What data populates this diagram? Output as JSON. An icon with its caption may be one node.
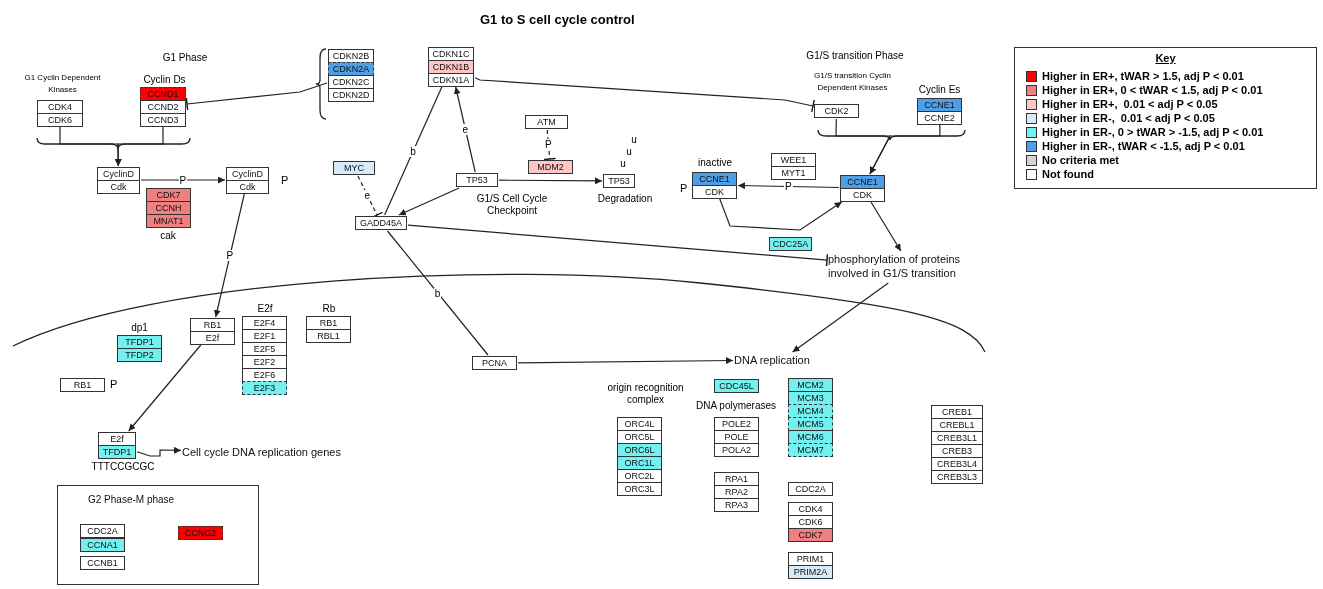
{
  "diagram": {
    "title": "G1 to S cell cycle control",
    "nodes": [
      {
        "text": [],
        "shape": "box"
      },
      {
        "text": [
          "CDK4"
        ],
        "in": 0
      },
      {
        "text": [
          "CDK6"
        ],
        "in": 0
      },
      {
        "text": [],
        "shape": "box"
      },
      {
        "text": [
          "CCND1"
        ],
        "in": 3
      },
      {
        "text": [
          "CCND2"
        ],
        "in": 3
      },
      {
        "text": [
          "CCND3"
        ],
        "in": 3
      },
      {
        "text": [],
        "shape": "box"
      },
      {
        "text": [
          "CDKN2B"
        ],
        "in": 7
      },
      {
        "text": [
          "CDKN2A"
        ],
        "in": 7
      },
      {
        "text": [
          "CDKN2C"
        ],
        "in": 7
      },
      {
        "text": [
          "CDKN2D"
        ],
        "in": 7
      },
      {
        "text": [],
        "shape": "box"
      },
      {
        "text": [
          "CDKN1C"
        ],
        "in": 12
      },
      {
        "text": [
          "CDKN1B"
        ],
        "in": 12
      },
      {
        "text": [
          "CDKN1A"
        ],
        "in": 12
      },
      {
        "text": [],
        "shape": "box"
      },
      {
        "text": [
          "CyclinD"
        ],
        "in": 16
      },
      {
        "text": [
          "Cdk"
        ],
        "in": 16
      },
      {
        "text": [],
        "shape": "box"
      },
      {
        "text": [
          "CDK7"
        ],
        "in": 19
      },
      {
        "text": [
          "CCNH"
        ],
        "in": 19
      },
      {
        "text": [
          "MNAT1"
        ],
        "in": 19
      },
      {
        "text": [],
        "shape": "box",
        "beside": [
          "P"
        ]
      },
      {
        "text": [
          "CyclinD"
        ],
        "in": 23
      },
      {
        "text": [
          "Cdk"
        ],
        "in": 23
      },
      {
        "text": [
          "MYC"
        ]
      },
      {
        "text": [
          "GADD45A"
        ]
      },
      {
        "text": [
          "TP53"
        ]
      },
      {
        "text": [
          "ATM"
        ]
      },
      {
        "text": [
          "MDM2"
        ]
      },
      {
        "text": [
          "TP53"
        ],
        "beside": [
          "u",
          "u",
          "u",
          "Degradation"
        ]
      },
      {
        "text": [],
        "shape": "box",
        "beside": [
          "P"
        ]
      },
      {
        "text": [
          "CCNE1"
        ],
        "in": 32
      },
      {
        "text": [
          "CDK"
        ],
        "in": 32
      },
      {
        "text": [],
        "shape": "box"
      },
      {
        "text": [
          "WEE1"
        ],
        "in": 35
      },
      {
        "text": [
          "MYT1"
        ],
        "in": 35
      },
      {
        "text": [],
        "shape": "box"
      },
      {
        "text": [
          "CCNE1"
        ],
        "in": 38
      },
      {
        "text": [
          "CDK"
        ],
        "in": 38
      },
      {
        "text": [
          "CDC25A"
        ]
      },
      {
        "text": [
          "CDK2"
        ]
      },
      {
        "text": [],
        "shape": "box"
      },
      {
        "text": [
          "CCNE1"
        ],
        "in": 43
      },
      {
        "text": [
          "CCNE2"
        ],
        "in": 43
      },
      {
        "text": [
          "phosphorylation of proteins involved in G1/S transition"
        ]
      },
      {
        "text": [
          "PCNA"
        ]
      },
      {
        "text": [
          "DNA replication"
        ]
      },
      {
        "text": [],
        "shape": "box"
      },
      {
        "text": [
          "RB1"
        ],
        "in": 49
      },
      {
        "text": [
          "E2f"
        ],
        "in": 49
      },
      {
        "text": [],
        "shape": "box"
      },
      {
        "text": [
          "TFDP1"
        ],
        "in": 52
      },
      {
        "text": [
          "TFDP2"
        ],
        "in": 52
      },
      {
        "text": [],
        "shape": "box"
      },
      {
        "text": [
          "E2F4"
        ],
        "in": 55
      },
      {
        "text": [
          "E2F1"
        ],
        "in": 55
      },
      {
        "text": [
          "E2F5"
        ],
        "in": 55
      },
      {
        "text": [
          "E2F2"
        ],
        "in": 55
      },
      {
        "text": [
          "E2F6"
        ],
        "in": 55
      },
      {
        "text": [
          "E2F3"
        ],
        "in": 55
      },
      {
        "text": [],
        "shape": "box"
      },
      {
        "text": [
          "RB1"
        ],
        "in": 62
      },
      {
        "text": [
          "RBL1"
        ],
        "in": 62
      },
      {
        "text": [
          "RB1"
        ],
        "beside": [
          "P"
        ]
      },
      {
        "text": [],
        "shape": "box"
      },
      {
        "text": [
          "E2f"
        ],
        "in": 66
      },
      {
        "text": [
          "TFDP1"
        ],
        "in": 66
      },
      {
        "text": [
          "Cell cycle DNA replication genes"
        ]
      },
      {
        "text": [
          "G2 Phase-M phase"
        ]
      },
      {
        "text": [
          "CDC2A"
        ],
        "in": 70
      },
      {
        "text": [
          "CCNA1"
        ],
        "in": 70
      },
      {
        "text": [
          "CCNB1"
        ],
        "in": 70
      },
      {
        "text": [
          "CCNG2"
        ],
        "in": 70
      },
      {
        "text": [],
        "shape": "box"
      },
      {
        "text": [
          "ORC4L"
        ],
        "in": 75
      },
      {
        "text": [
          "ORC5L"
        ],
        "in": 75
      },
      {
        "text": [
          "ORC6L"
        ],
        "in": 75
      },
      {
        "text": [
          "ORC1L"
        ],
        "in": 75
      },
      {
        "text": [
          "ORC2L"
        ],
        "in": 75
      },
      {
        "text": [
          "ORC3L"
        ],
        "in": 75
      },
      {
        "text": [
          "CDC45L"
        ]
      },
      {
        "text": [],
        "shape": "box"
      },
      {
        "text": [
          "POLE2"
        ],
        "in": 83
      },
      {
        "text": [
          "POLE"
        ],
        "in": 83
      },
      {
        "text": [
          "POLA2"
        ],
        "in": 83
      },
      {
        "text": [],
        "shape": "box"
      },
      {
        "text": [
          "RPA1"
        ],
        "in": 87
      },
      {
        "text": [
          "RPA2"
        ],
        "in": 87
      },
      {
        "text": [
          "RPA3"
        ],
        "in": 87
      },
      {
        "text": [],
        "shape": "box"
      },
      {
        "text": [
          "MCM2"
        ],
        "in": 91
      },
      {
        "text": [
          "MCM3"
        ],
        "in": 91
      },
      {
        "text": [
          "MCM4"
        ],
        "in": 91
      },
      {
        "text": [
          "MCM5"
        ],
        "in": 91
      },
      {
        "text": [
          "MCM6"
        ],
        "in": 91
      },
      {
        "text": [
          "MCM7"
        ],
        "in": 91
      },
      {
        "text": [
          "CDC2A"
        ]
      },
      {
        "text": [],
        "shape": "box"
      },
      {
        "text": [
          "CDK4"
        ],
        "in": 99
      },
      {
        "text": [
          "CDK6"
        ],
        "in": 99
      },
      {
        "text": [
          "CDK7"
        ],
        "in": 99
      },
      {
        "text": [],
        "shape": "box"
      },
      {
        "text": [
          "PRIM1"
        ],
        "in": 103
      },
      {
        "text": [
          "PRIM2A"
        ],
        "in": 103
      },
      {
        "text": [],
        "shape": "box"
      },
      {
        "text": [
          "CREB1"
        ],
        "in": 106
      },
      {
        "text": [
          "CREBL1"
        ],
        "in": 106
      },
      {
        "text": [
          "CREB3L1"
        ],
        "in": 106
      },
      {
        "text": [
          "CREB3"
        ],
        "in": 106
      },
      {
        "text": [
          "CREB3L4"
        ],
        "in": 106
      },
      {
        "text": [
          "CREB3L3"
        ],
        "in": 106
      }
    ],
    "edges": [
      {
        "from": 0,
        "to": 16,
        "arrow": "to"
      },
      {
        "from": 3,
        "to": 16,
        "arrow": "to"
      },
      {
        "from": 7,
        "to": 3,
        "arrow": "other"
      },
      {
        "from": 12,
        "to": 42,
        "arrow": "other"
      },
      {
        "from": 16,
        "to": 23,
        "arrow": "to",
        "label": "P"
      },
      {
        "from": 23,
        "to": 49,
        "arrow": "to",
        "label": "P"
      },
      {
        "from": 26,
        "to": 27,
        "arrow": "other",
        "label": "e",
        "style": "dashed"
      },
      {
        "from": 27,
        "to": 12,
        "arrow": "none",
        "label": "b"
      },
      {
        "from": 28,
        "to": 12,
        "arrow": "to",
        "label": "e"
      },
      {
        "from": 28,
        "to": 27,
        "arrow": "to"
      },
      {
        "from": 28,
        "to": 31,
        "arrow": "to"
      },
      {
        "from": 29,
        "to": 30,
        "arrow": "other",
        "label": "P",
        "style": "dashed"
      },
      {
        "from": 27,
        "to": 46,
        "arrow": "other"
      },
      {
        "from": 27,
        "to": 47,
        "arrow": "none",
        "label": "b"
      },
      {
        "from": 47,
        "to": 48,
        "arrow": "to"
      },
      {
        "from": 38,
        "to": 32,
        "arrow": "to",
        "label": "P"
      },
      {
        "from": 32,
        "to": 38,
        "arrow": "to"
      },
      {
        "from": 38,
        "to": 46,
        "arrow": "to"
      },
      {
        "from": 42,
        "to": 38,
        "arrow": "to"
      },
      {
        "from": 43,
        "to": 38,
        "arrow": "to"
      },
      {
        "from": 46,
        "to": 48,
        "arrow": "to"
      },
      {
        "from": 49,
        "to": 66,
        "arrow": "to"
      },
      {
        "from": 66,
        "to": 69,
        "arrow": "to"
      }
    ],
    "labels": [
      "G1 Phase",
      "G1 Cyclin Dependent Kinases",
      "Cyclin Ds",
      "G1/S transition Phase",
      "G1/S transition Cyclin Dependent Kinases",
      "Cyclin Es",
      "inactive",
      "cak",
      "G1/S Cell Cycle Checkpoint",
      "E2f",
      "Rb",
      "dp1",
      "origin recognition complex",
      "DNA polymerases",
      "TTTCCGCGC",
      "Key"
    ],
    "legend": [
      {
        "text": "Higher in ER+, tWAR > 1.5, adj P < 0.01",
        "color": "#ff0000"
      },
      {
        "text": "Higher in ER+, 0 < tWAR < 1.5, adj P < 0.01",
        "color": "#f07f7f"
      },
      {
        "text": "Higher in ER+,  0.01 < adj P < 0.05",
        "color": "#ffc6c6"
      },
      {
        "text": "Higher in ER-,  0.01 < adj P < 0.05",
        "color": "#d6ebfa"
      },
      {
        "text": "Higher in ER-, 0 > tWAR > -1.5, adj P < 0.01",
        "color": "#73f0f0"
      },
      {
        "text": "Higher in ER-, tWAR < -1.5, adj P < 0.01",
        "color": "#4f9fe8"
      },
      {
        "text": "No criteria met",
        "color": "#d3d3d3"
      },
      {
        "text": "Not found",
        "color": "#ffffff"
      }
    ]
  }
}
